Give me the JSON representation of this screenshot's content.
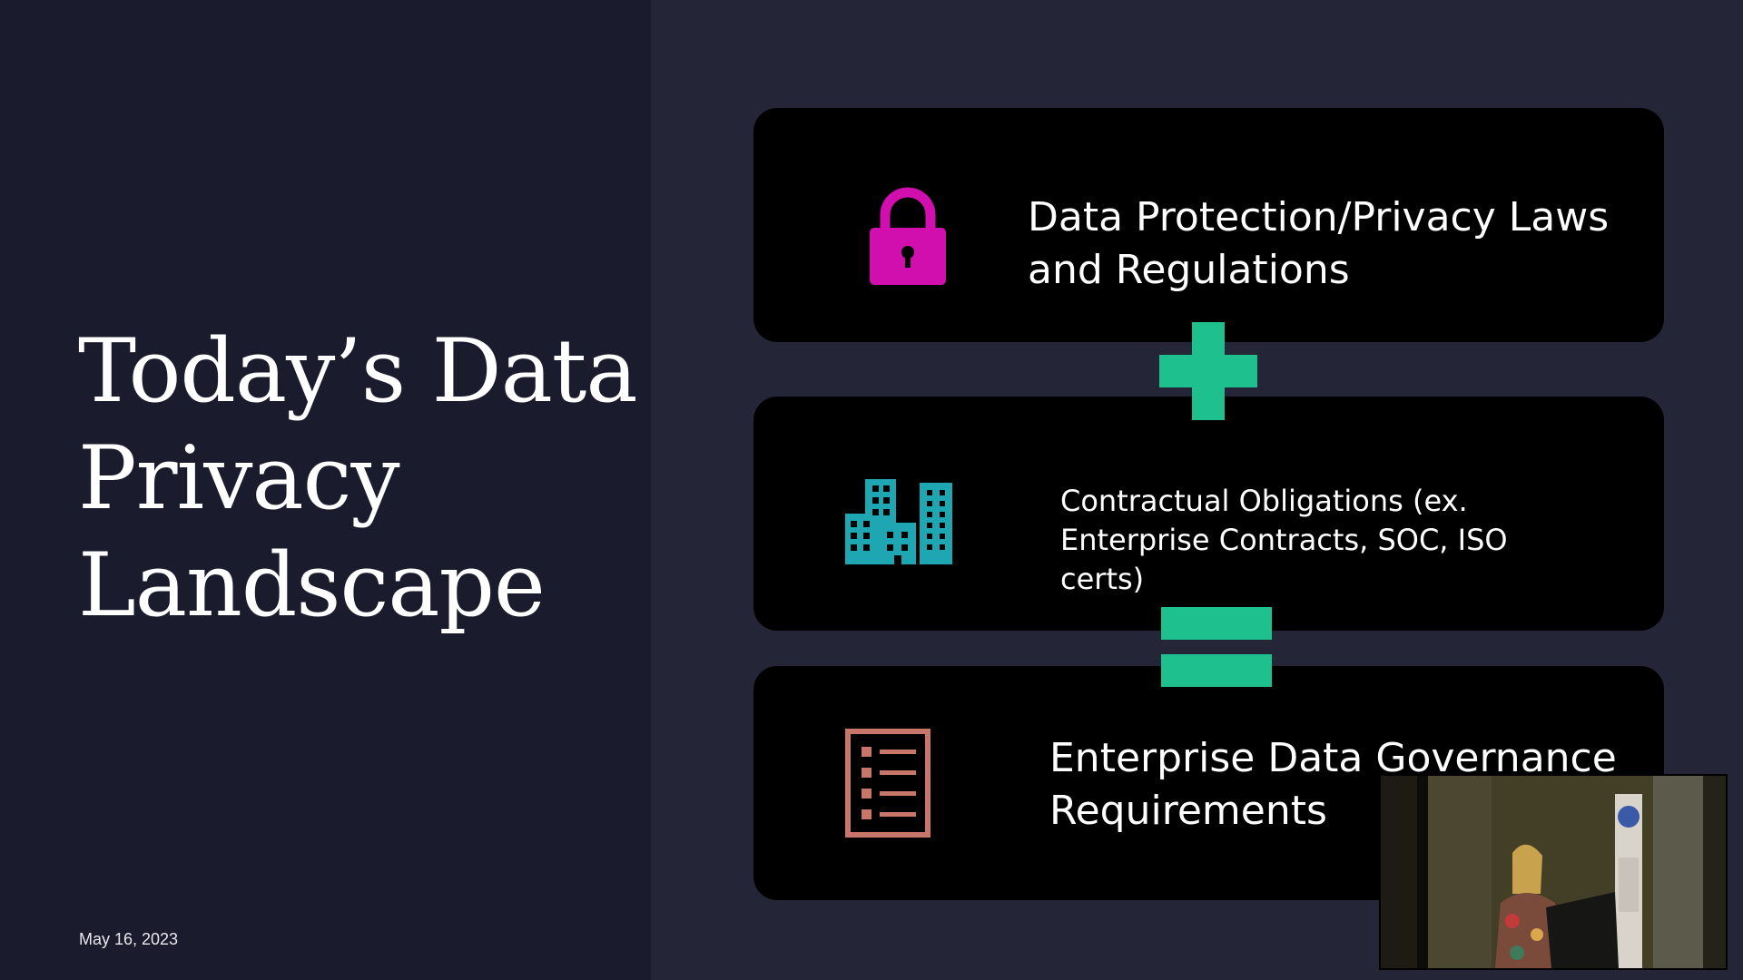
{
  "slide": {
    "title_lines": [
      "Today’s Data",
      "Privacy",
      "Landscape"
    ],
    "date": "May 16, 2023"
  },
  "cards": [
    {
      "text": "Data Protection/Privacy Laws and Regulations",
      "icon": "lock-icon",
      "icon_color": "#d10fae"
    },
    {
      "text": "Contractual Obligations (ex. Enterprise Contracts, SOC, ISO certs)",
      "icon": "office-buildings-icon",
      "icon_color": "#1fa6b3"
    },
    {
      "text": "Enterprise Data Governance Requirements",
      "icon": "checklist-icon",
      "icon_color": "#c9766a"
    }
  ],
  "operators": {
    "plus_color": "#1ec08d",
    "equals_color": "#1ec08d"
  },
  "colors": {
    "left_panel": "#1b1b2e",
    "background": "#252538",
    "card": "#000000"
  }
}
